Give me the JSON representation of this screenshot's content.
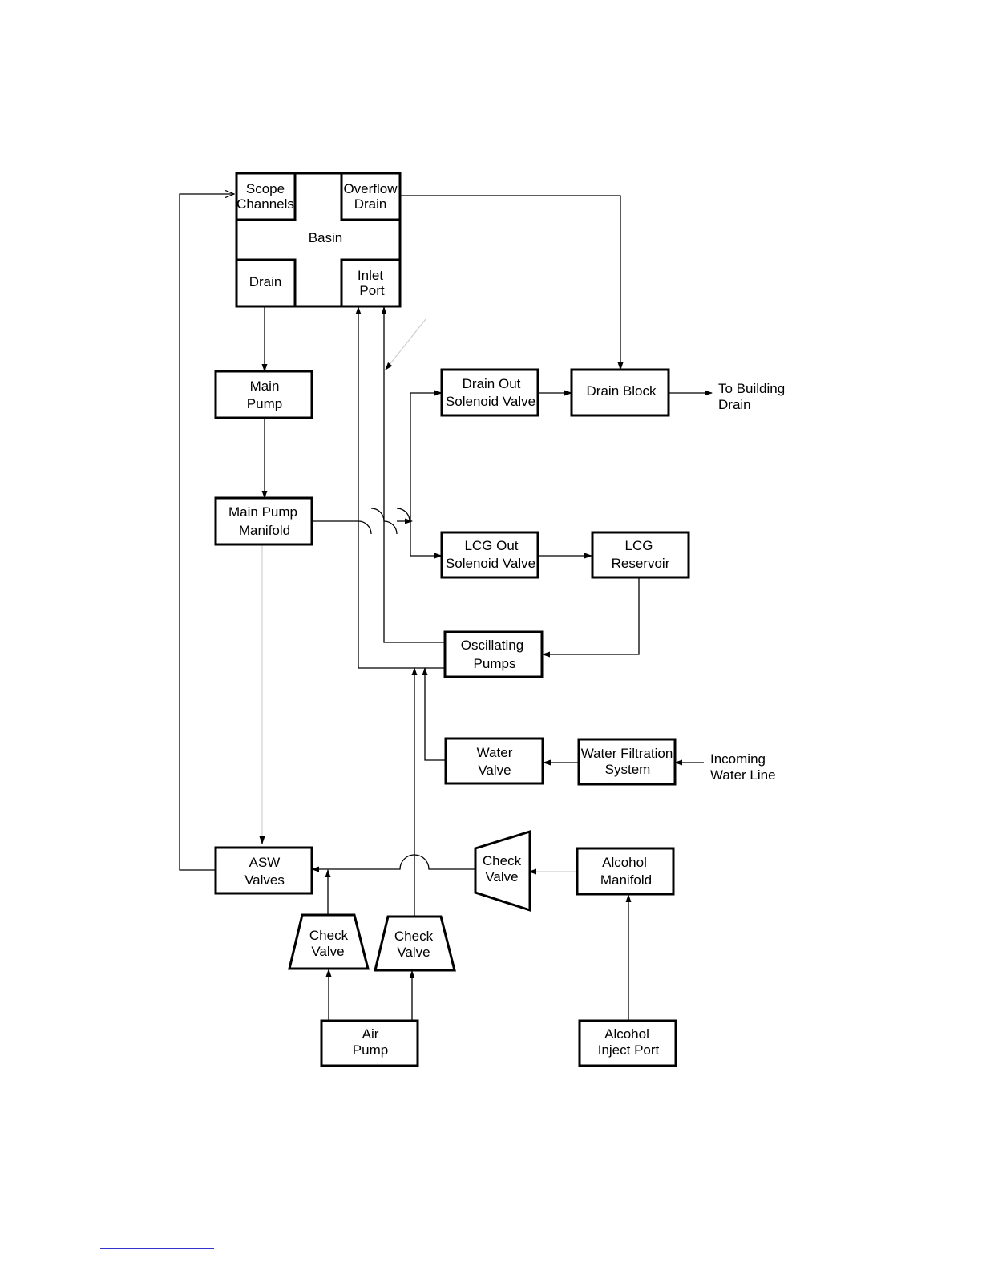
{
  "diagram": {
    "basin": {
      "label": "Basin",
      "scope_channels": [
        "Scope",
        "Channels"
      ],
      "overflow_drain": [
        "Overflow",
        "Drain"
      ],
      "drain": [
        "Drain"
      ],
      "inlet_port": [
        "Inlet",
        "Port"
      ]
    },
    "nodes": {
      "main_pump": [
        "Main",
        "Pump"
      ],
      "main_pump_manifold": [
        "Main Pump",
        "Manifold"
      ],
      "drain_out_solenoid_valve": [
        "Drain Out",
        "Solenoid Valve"
      ],
      "drain_block": [
        "Drain Block"
      ],
      "to_building_drain": [
        "To Building",
        "Drain"
      ],
      "lcg_out_solenoid_valve": [
        "LCG Out",
        "Solenoid Valve"
      ],
      "lcg_reservoir": [
        "LCG",
        "Reservoir"
      ],
      "oscillating_pumps": [
        "Oscillating",
        "Pumps"
      ],
      "water_valve": [
        "Water",
        "Valve"
      ],
      "water_filtration_system": [
        "Water Filtration",
        "System"
      ],
      "incoming_water_line": [
        "Incoming",
        "Water Line"
      ],
      "asw_valves": [
        "ASW",
        "Valves"
      ],
      "check_valve_right": [
        "Check",
        "Valve"
      ],
      "alcohol_manifold": [
        "Alcohol",
        "Manifold"
      ],
      "check_valve_left": [
        "Check",
        "Valve"
      ],
      "check_valve_middle": [
        "Check",
        "Valve"
      ],
      "air_pump": [
        "Air",
        "Pump"
      ],
      "alcohol_inject_port": [
        "Alcohol",
        "Inject Port"
      ]
    }
  }
}
